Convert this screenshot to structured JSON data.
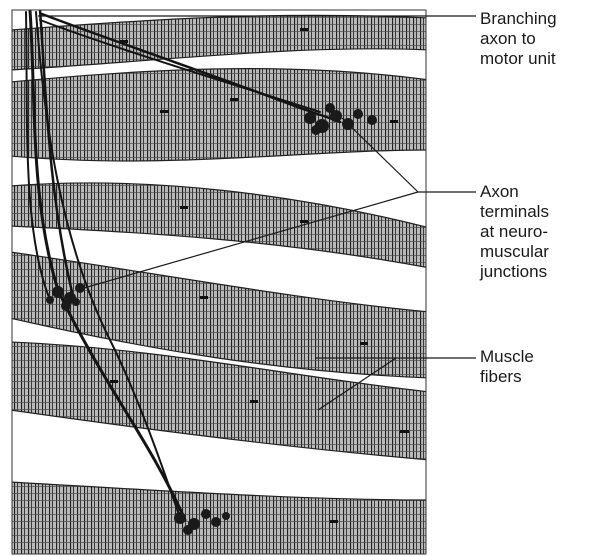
{
  "labels": {
    "branching_axon": "Branching\naxon to\nmotor unit",
    "axon_terminals": "Axon\nterminals\nat neuro-\nmuscular\njunctions",
    "muscle_fibers": "Muscle\nfibers"
  },
  "colors": {
    "ink": "#1a1a1a",
    "fiber_fill": "#8f8f8f",
    "background": "#ffffff"
  }
}
